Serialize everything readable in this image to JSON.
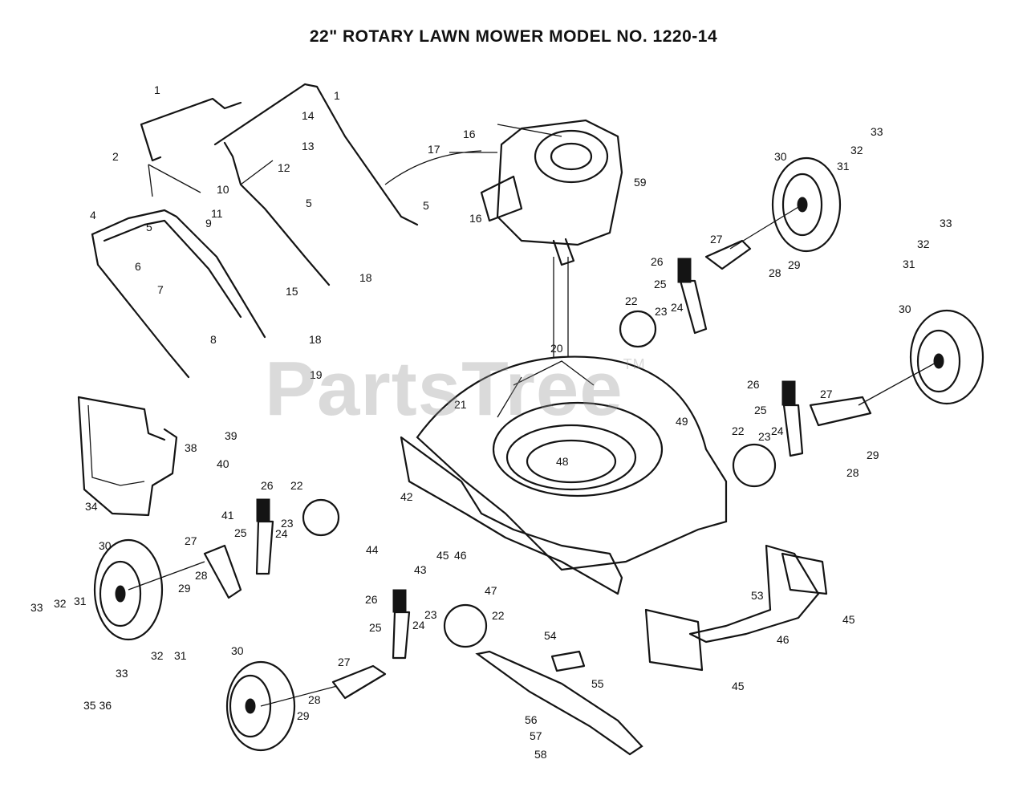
{
  "title": "22\" ROTARY LAWN MOWER MODEL NO.  1220-14",
  "watermark": "PartsTree",
  "watermark_mark": "TM",
  "callouts": [
    {
      "label": "1"
    },
    {
      "label": "1"
    },
    {
      "label": "2"
    },
    {
      "label": "4"
    },
    {
      "label": "5"
    },
    {
      "label": "6"
    },
    {
      "label": "7"
    },
    {
      "label": "8"
    },
    {
      "label": "9"
    },
    {
      "label": "10"
    },
    {
      "label": "11"
    },
    {
      "label": "12"
    },
    {
      "label": "13"
    },
    {
      "label": "14"
    },
    {
      "label": "5"
    },
    {
      "label": "5"
    },
    {
      "label": "15"
    },
    {
      "label": "16"
    },
    {
      "label": "17"
    },
    {
      "label": "16"
    },
    {
      "label": "59"
    },
    {
      "label": "18"
    },
    {
      "label": "18"
    },
    {
      "label": "19"
    },
    {
      "label": "20"
    },
    {
      "label": "21"
    },
    {
      "label": "49"
    },
    {
      "label": "48"
    },
    {
      "label": "33"
    },
    {
      "label": "32"
    },
    {
      "label": "31"
    },
    {
      "label": "30"
    },
    {
      "label": "27"
    },
    {
      "label": "26"
    },
    {
      "label": "25"
    },
    {
      "label": "28"
    },
    {
      "label": "29"
    },
    {
      "label": "22"
    },
    {
      "label": "23"
    },
    {
      "label": "24"
    },
    {
      "label": "33"
    },
    {
      "label": "32"
    },
    {
      "label": "31"
    },
    {
      "label": "30"
    },
    {
      "label": "26"
    },
    {
      "label": "25"
    },
    {
      "label": "27"
    },
    {
      "label": "22"
    },
    {
      "label": "23"
    },
    {
      "label": "24"
    },
    {
      "label": "28"
    },
    {
      "label": "29"
    },
    {
      "label": "38"
    },
    {
      "label": "39"
    },
    {
      "label": "40"
    },
    {
      "label": "41"
    },
    {
      "label": "34"
    },
    {
      "label": "26"
    },
    {
      "label": "22"
    },
    {
      "label": "25"
    },
    {
      "label": "24"
    },
    {
      "label": "23"
    },
    {
      "label": "42"
    },
    {
      "label": "44"
    },
    {
      "label": "43"
    },
    {
      "label": "45"
    },
    {
      "label": "46"
    },
    {
      "label": "47"
    },
    {
      "label": "30"
    },
    {
      "label": "27"
    },
    {
      "label": "28"
    },
    {
      "label": "29"
    },
    {
      "label": "33"
    },
    {
      "label": "32"
    },
    {
      "label": "31"
    },
    {
      "label": "26"
    },
    {
      "label": "25"
    },
    {
      "label": "24"
    },
    {
      "label": "23"
    },
    {
      "label": "22"
    },
    {
      "label": "53"
    },
    {
      "label": "45"
    },
    {
      "label": "46"
    },
    {
      "label": "45"
    },
    {
      "label": "54"
    },
    {
      "label": "55"
    },
    {
      "label": "56"
    },
    {
      "label": "57"
    },
    {
      "label": "58"
    },
    {
      "label": "32"
    },
    {
      "label": "31"
    },
    {
      "label": "30"
    },
    {
      "label": "33"
    },
    {
      "label": "35 36"
    },
    {
      "label": "27"
    },
    {
      "label": "28"
    },
    {
      "label": "29"
    }
  ]
}
